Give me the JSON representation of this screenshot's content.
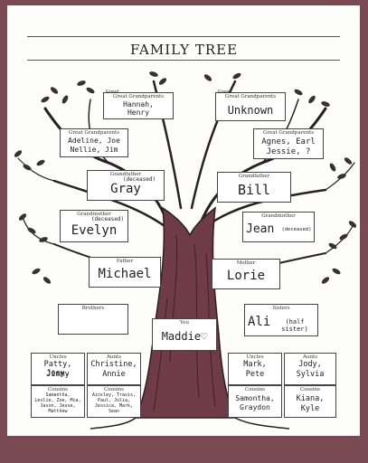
{
  "title": "FAMILY TREE",
  "colors": {
    "frame": "#7a4a52",
    "trunk": "#6e3b46",
    "ink": "#222222"
  },
  "great_grandparents_1": {
    "label": "Great Grandparents",
    "name1": "Hannah,",
    "name2": "Henry",
    "mark": "Great"
  },
  "great_grandparents_2": {
    "label": "Great Grandparents",
    "name": "Unknown",
    "mark": "Great"
  },
  "great_grandparents_3": {
    "label": "Great Grandparents",
    "name1": "Adeline, Joe",
    "name2": "Nellie, Jim"
  },
  "great_grandparents_4": {
    "label": "Great Grandparents",
    "name1": "Agnes, Earl",
    "name2": "Jessie, ?"
  },
  "grandfather_1": {
    "label": "Grandfather",
    "name": "Gray",
    "note": "(deceased)"
  },
  "grandfather_2": {
    "label": "Grandfather",
    "name": "Bill"
  },
  "grandmother_1": {
    "label": "Grandmother",
    "name": "Evelyn",
    "note": "(deceased)"
  },
  "grandmother_2": {
    "label": "Grandmother",
    "name": "Jean",
    "note": "(deceased)"
  },
  "father": {
    "label": "Father",
    "name": "Michael"
  },
  "mother": {
    "label": "Mother",
    "name": "Lorie"
  },
  "brothers": {
    "label": "Brothers",
    "name": ""
  },
  "sisters": {
    "label": "Sisters",
    "name": "Ali",
    "note": "(half sister)"
  },
  "you": {
    "label": "You",
    "name": "Maddie♡"
  },
  "uncles_1": {
    "label": "Uncles",
    "name1": "Patty, Joey,",
    "name2": "Jimmy"
  },
  "aunts_1": {
    "label": "Aunts",
    "name1": "Christine,",
    "name2": "Annie"
  },
  "uncles_2": {
    "label": "Uncles",
    "name1": "Mark,",
    "name2": "Pete"
  },
  "aunts_2": {
    "label": "Aunts",
    "name1": "Jody,",
    "name2": "Sylvia"
  },
  "cousins_1": {
    "label": "Cousins",
    "lines": [
      "Samantha,",
      "Leslie, Zoe, Mia,",
      "Jason, Jesse,",
      "Matthew"
    ]
  },
  "cousins_2": {
    "label": "Cousins",
    "lines": [
      "Ainsley, Travis,",
      "Paul, Julia,",
      "Jessica, Mark,",
      "Sean"
    ]
  },
  "cousins_3": {
    "label": "Cousins",
    "lines": [
      "Samontha,",
      "Graydon"
    ]
  },
  "cousins_4": {
    "label": "Cousins",
    "lines": [
      "Kiana,",
      "Kyle"
    ]
  }
}
